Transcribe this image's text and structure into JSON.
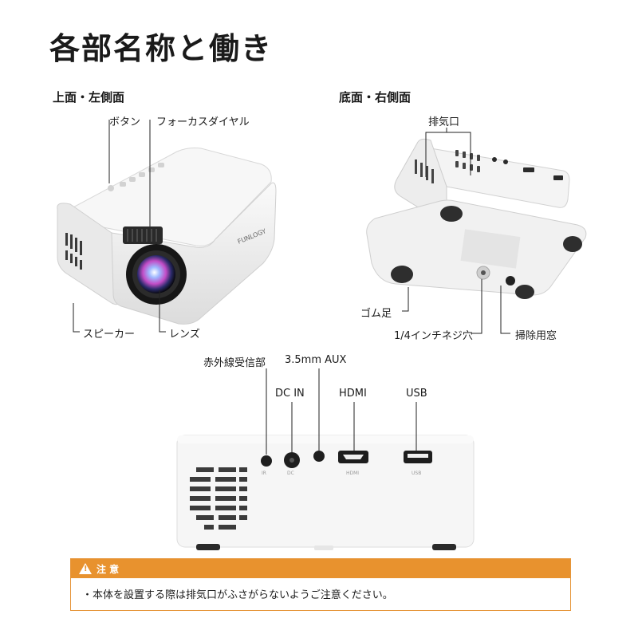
{
  "title": "各部名称と働き",
  "sections": {
    "top_left": "上面・左側面",
    "bottom_right": "底面・右側面"
  },
  "labels": {
    "button": "ボタン",
    "focus_dial": "フォーカスダイヤル",
    "speaker": "スピーカー",
    "lens": "レンズ",
    "exhaust": "排気口",
    "rubber_feet": "ゴム足",
    "tripod_hole": "1/4インチネジ穴",
    "cleaning_window": "掃除用窓",
    "ir_receiver": "赤外線受信部",
    "aux": "3.5mm AUX",
    "dc_in": "DC IN",
    "hdmi": "HDMI",
    "usb": "USB"
  },
  "device": {
    "brand": "FUNLOGY"
  },
  "port_marks": {
    "ir": "IR",
    "dc": "DC",
    "hdmi": "HDMI",
    "usb": "USB"
  },
  "notice": {
    "heading": "注 意",
    "body": "・本体を設置する際は排気口がふさがらないようご注意ください。"
  },
  "colors": {
    "accent": "#e8922e",
    "device_body": "#f1f1f1",
    "device_shadow": "#cfcfcf"
  }
}
